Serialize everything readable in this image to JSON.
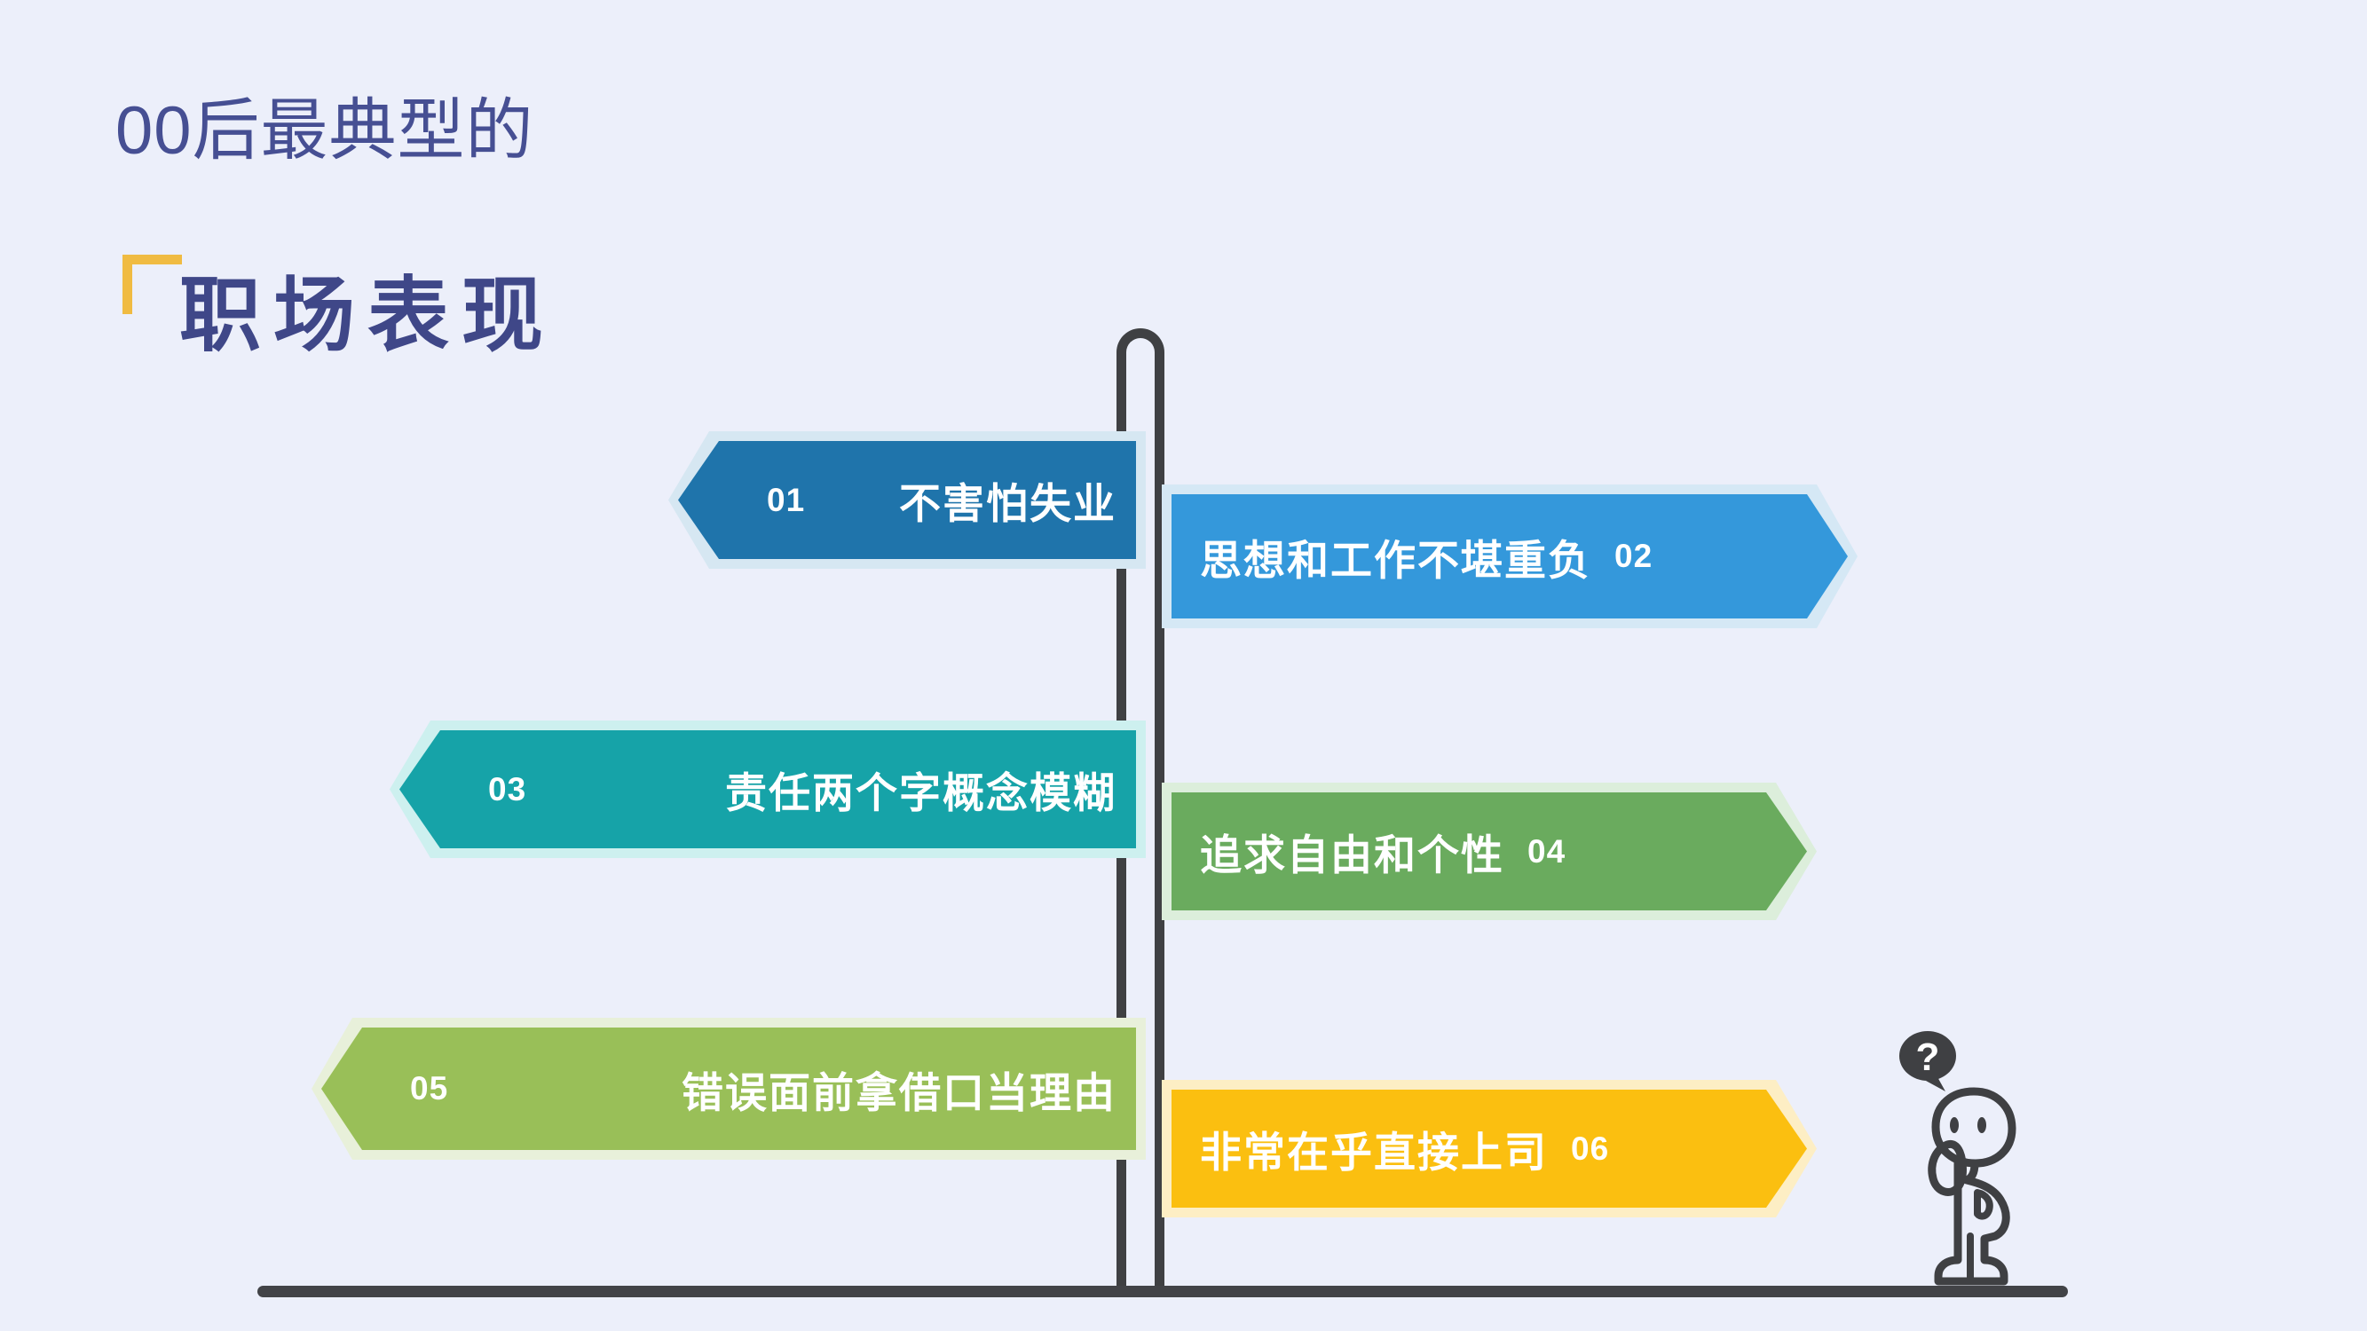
{
  "slide": {
    "background_color": "#eceffa",
    "title": {
      "subtitle": "00后最典型的",
      "main": "职场表现",
      "subtitle_color": "#464f93",
      "main_color": "#3f4788",
      "bracket_color": "#f0bb42"
    },
    "post": {
      "color": "#3f4043",
      "ground_color": "#424347"
    },
    "signs": [
      {
        "number": "01",
        "text": "不害怕失业",
        "direction": "left",
        "color": "#1f74ab",
        "outline_color": "#d6e7f2"
      },
      {
        "number": "02",
        "text": "思想和工作不堪重负",
        "direction": "right",
        "color": "#3498db",
        "outline_color": "#d5e8f5"
      },
      {
        "number": "03",
        "text": "责任两个字概念模糊",
        "direction": "left",
        "color": "#16a3a8",
        "outline_color": "#cdf0ef"
      },
      {
        "number": "04",
        "text": "追求自由和个性",
        "direction": "right",
        "color": "#6aab5e",
        "outline_color": "#dceedb"
      },
      {
        "number": "05",
        "text": "错误面前拿借口当理由",
        "direction": "left",
        "color": "#99bf58",
        "outline_color": "#e8f0da"
      },
      {
        "number": "06",
        "text": "非常在乎直接上司",
        "direction": "right",
        "color": "#fbbf10",
        "outline_color": "#fdeec4"
      }
    ],
    "character": {
      "name": "thinking-person",
      "bubble_text": "?",
      "stroke_color": "#3f4043",
      "bubble_color": "#3f4043"
    }
  }
}
